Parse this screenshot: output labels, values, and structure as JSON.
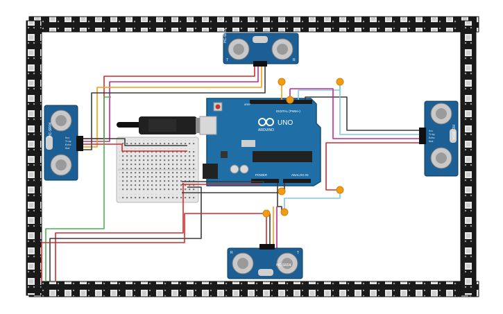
{
  "arduino": {
    "brand": "ARDUINO",
    "model": "UNO",
    "digital_label": "DIGITAL (PWM~)",
    "power_label": "POWER",
    "analog_label": "ANALOG IN",
    "aref_label": "AREF"
  },
  "sensors": {
    "top": {
      "model": "HC-SR04",
      "left_mark": "T",
      "right_mark": "R"
    },
    "left": {
      "model": "HC-SR04",
      "pins": [
        "Vcc",
        "Trig",
        "Echo",
        "Gnd"
      ]
    },
    "right": {
      "model": "HC-SR04",
      "pins": [
        "Vcc",
        "Trig",
        "Echo",
        "Gnd"
      ]
    },
    "bottom": {
      "model": "HC-SR04",
      "left_mark": "R",
      "right_mark": "T"
    }
  },
  "colors": {
    "board": "#1f6fa6",
    "led_strip": "#1a1a1a",
    "sensor": "#1c5f95",
    "wire_red": "#d42a2a",
    "wire_dark": "#3a3a3a",
    "wire_green": "#4caf50",
    "wire_blue": "#7ec8e3",
    "wire_orange": "#f39c12",
    "wire_magenta": "#c4288a",
    "junction": "#f39c12"
  }
}
